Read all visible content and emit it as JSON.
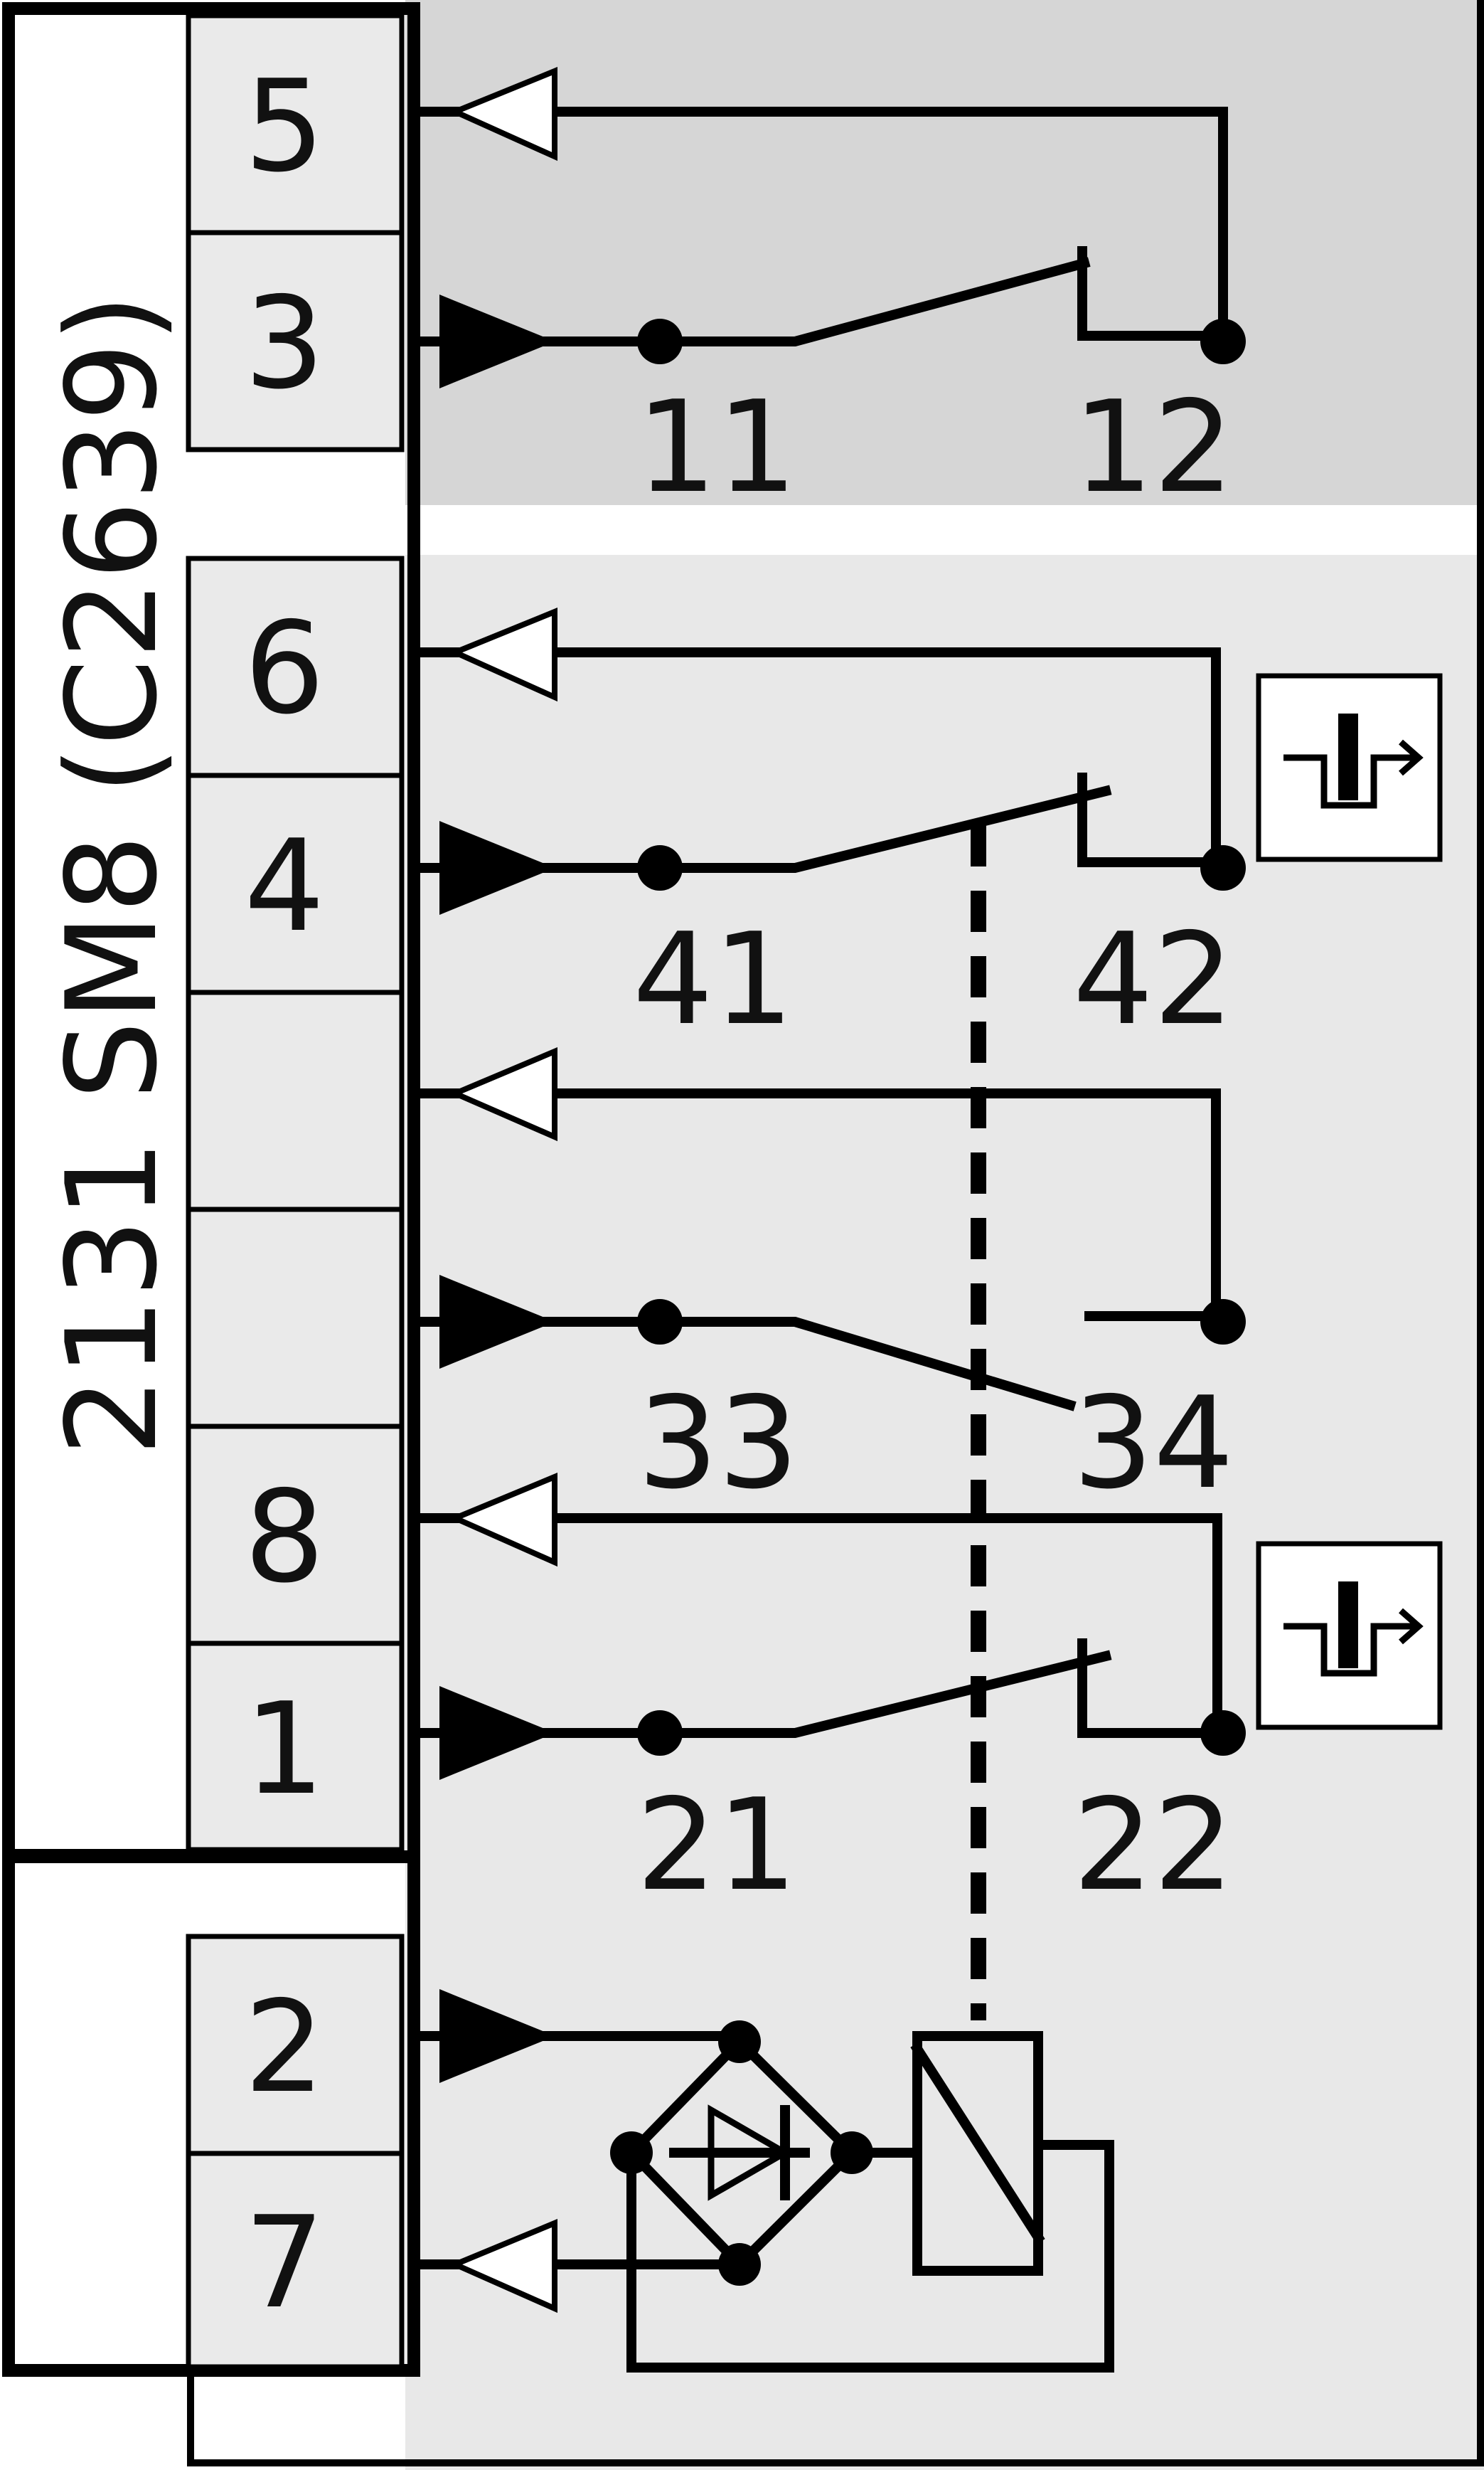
{
  "device_label": "2131 SM8 (C2639)",
  "terminals": [
    "5",
    "3",
    "6",
    "4",
    "",
    "",
    "8",
    "1",
    "2",
    "7"
  ],
  "contacts": [
    {
      "in": "11",
      "out": "12"
    },
    {
      "in": "41",
      "out": "42"
    },
    {
      "in": "33",
      "out": "34"
    },
    {
      "in": "21",
      "out": "22"
    }
  ],
  "icons": [
    "forced-opening-symbol-icon",
    "forced-opening-symbol-icon"
  ],
  "colors": {
    "stroke": "#000000",
    "panel_top": "#d6d6d6",
    "panel_main": "#e8e8e8",
    "terminal_fill": "#eaeaea"
  }
}
